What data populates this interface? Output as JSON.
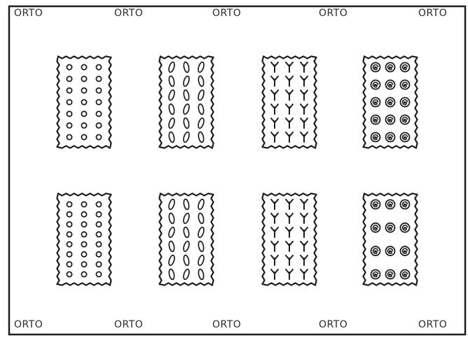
{
  "labels": {
    "top": [
      "ORTO",
      "ORTO",
      "ORTO",
      "ORTO",
      "ORTO"
    ],
    "bottom": [
      "ORTO",
      "ORTO",
      "ORTO",
      "ORTO",
      "ORTO"
    ]
  },
  "plots": [
    {
      "row": 1,
      "col": 1,
      "symbol": "small-circle",
      "columns": 3,
      "rows": 7
    },
    {
      "row": 1,
      "col": 2,
      "symbol": "oval",
      "columns": 3,
      "rows": 6
    },
    {
      "row": 1,
      "col": 3,
      "symbol": "sprout",
      "columns": 3,
      "rows": 6
    },
    {
      "row": 1,
      "col": 4,
      "symbol": "spiral",
      "columns": 3,
      "rows": 5
    },
    {
      "row": 2,
      "col": 1,
      "symbol": "small-circle",
      "columns": 3,
      "rows": 8
    },
    {
      "row": 2,
      "col": 2,
      "symbol": "oval",
      "columns": 3,
      "rows": 6
    },
    {
      "row": 2,
      "col": 3,
      "symbol": "sprout",
      "columns": 3,
      "rows": 6
    },
    {
      "row": 2,
      "col": 4,
      "symbol": "spiral",
      "columns": 3,
      "rows": 4
    }
  ],
  "colors": {
    "ink": "#1e1e1e",
    "paper": "#ffffff"
  }
}
